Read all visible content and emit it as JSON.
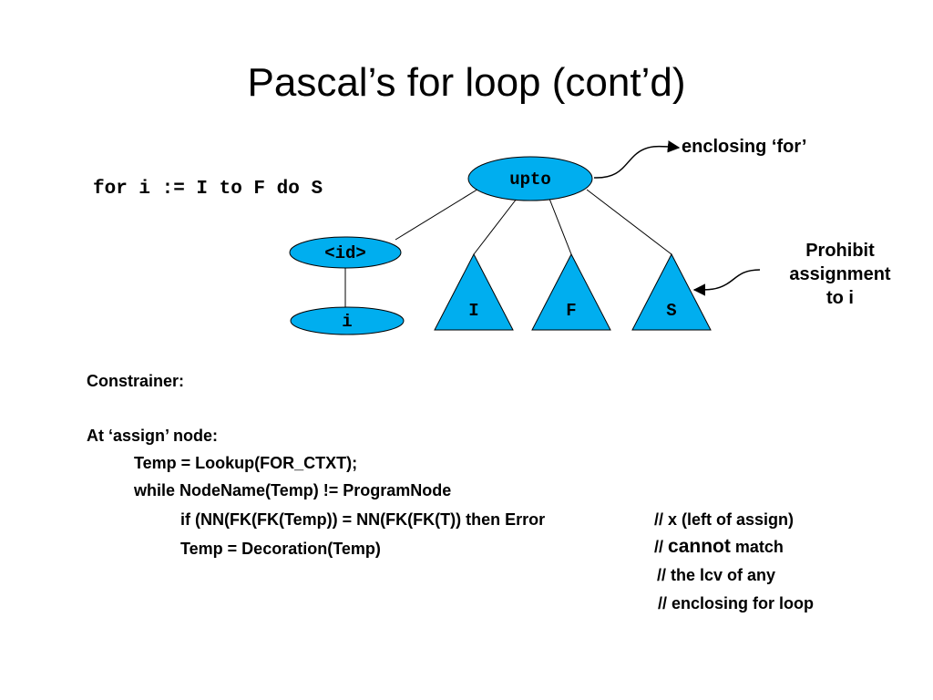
{
  "slide": {
    "title": "Pascal’s for loop (cont’d)",
    "code": "for i := I to F do S"
  },
  "tree": {
    "root": "upto",
    "id_node": "<id>",
    "id_child": "i",
    "children": [
      "I",
      "F",
      "S"
    ],
    "node_fill": "#00AEEF"
  },
  "callouts": {
    "enclosing": "enclosing ‘for’",
    "prohibit_line1": "Prohibit",
    "prohibit_line2": "assignment",
    "prohibit_line3": "to i"
  },
  "constrainer": {
    "heading": "Constrainer:",
    "at_assign": "At ‘assign’ node:",
    "line_temp": "Temp = Lookup(FOR_CTXT);",
    "line_while": "while NodeName(Temp) != ProgramNode",
    "line_if": "if (NN(FK(FK(Temp)) = NN(FK(FK(T)) then Error",
    "comment_1": "// x (left of assign)",
    "line_decoration": "Temp = Decoration(Temp)",
    "comment_2_prefix": "//",
    "comment_2_emph": "cannot",
    "comment_2_suffix": "match",
    "comment_3": "// the lcv of any",
    "comment_4": "// enclosing for loop"
  }
}
